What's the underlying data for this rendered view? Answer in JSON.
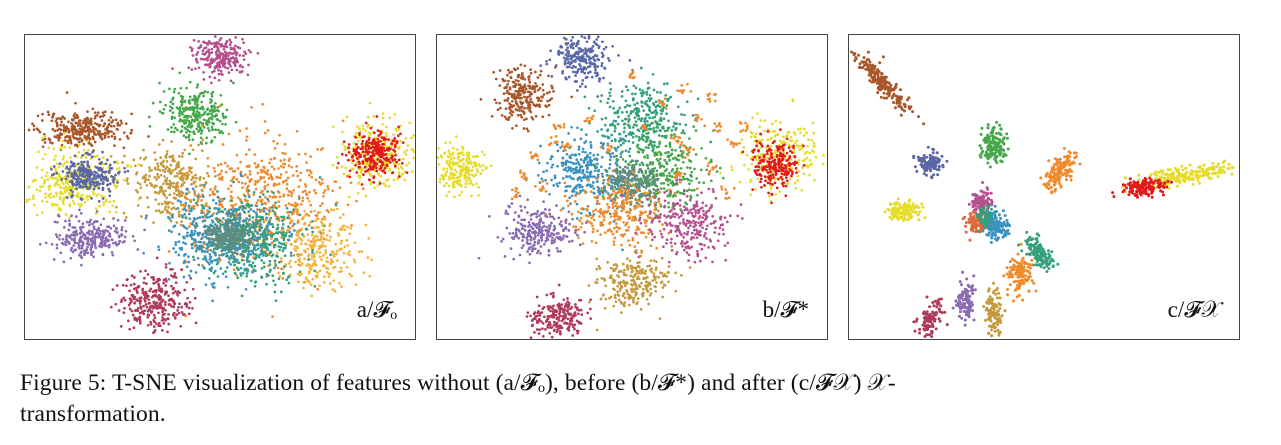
{
  "chart_data": [
    {
      "type": "scatter",
      "title": "",
      "panel_label": "a/𝓕ₒ",
      "xlim": [
        0,
        100
      ],
      "ylim": [
        0,
        100
      ],
      "grid": false,
      "clusters": [
        {
          "color": "#b5508f",
          "x": 50,
          "y": 7,
          "sx": 3.5,
          "sy": 3.5,
          "n": 240
        },
        {
          "color": "#46a84a",
          "x": 44,
          "y": 26,
          "sx": 4.2,
          "sy": 4.0,
          "n": 280
        },
        {
          "color": "#a8562a",
          "x": 14,
          "y": 31,
          "sx": 5.6,
          "sy": 3.0,
          "n": 300
        },
        {
          "color": "#e6dc2c",
          "x": 13,
          "y": 48,
          "sx": 6.2,
          "sy": 5.0,
          "n": 340
        },
        {
          "color": "#5a67a8",
          "x": 16,
          "y": 46,
          "sx": 3.5,
          "sy": 3.0,
          "n": 240
        },
        {
          "color": "#c49a3c",
          "x": 37,
          "y": 49,
          "sx": 4.5,
          "sy": 6.0,
          "n": 280
        },
        {
          "color": "#8a6ab0",
          "x": 17,
          "y": 67,
          "sx": 5.0,
          "sy": 3.5,
          "n": 260
        },
        {
          "color": "#f08a2c",
          "x": 60,
          "y": 55,
          "sx": 9.5,
          "sy": 10.5,
          "n": 520
        },
        {
          "color": "#3a92bf",
          "x": 51,
          "y": 66,
          "sx": 7.0,
          "sy": 6.5,
          "n": 460
        },
        {
          "color": "#35a079",
          "x": 59,
          "y": 68,
          "sx": 6.5,
          "sy": 7.0,
          "n": 360
        },
        {
          "color": "#5e8c80",
          "x": 52,
          "y": 66,
          "sx": 3.0,
          "sy": 2.8,
          "n": 260
        },
        {
          "color": "#f4b43c",
          "x": 76,
          "y": 71,
          "sx": 5.0,
          "sy": 6.0,
          "n": 240
        },
        {
          "color": "#b03a5a",
          "x": 33,
          "y": 88,
          "sx": 4.5,
          "sy": 5.0,
          "n": 300
        },
        {
          "color": "#e6dc2c",
          "x": 90,
          "y": 39,
          "sx": 4.6,
          "sy": 5.0,
          "n": 280
        },
        {
          "color": "#e31a1c",
          "x": 90,
          "y": 39,
          "sx": 3.2,
          "sy": 3.6,
          "n": 260
        }
      ]
    },
    {
      "type": "scatter",
      "title": "",
      "panel_label": "b/𝓕*",
      "xlim": [
        0,
        100
      ],
      "ylim": [
        0,
        100
      ],
      "grid": false,
      "clusters": [
        {
          "color": "#5a67a8",
          "x": 37,
          "y": 7,
          "sx": 3.5,
          "sy": 4.0,
          "n": 240
        },
        {
          "color": "#a8562a",
          "x": 22,
          "y": 20,
          "sx": 3.5,
          "sy": 4.5,
          "n": 240
        },
        {
          "color": "#e6dc2c",
          "x": 6,
          "y": 44,
          "sx": 3.2,
          "sy": 3.6,
          "n": 220
        },
        {
          "color": "#35a079",
          "x": 52,
          "y": 28,
          "sx": 5.5,
          "sy": 6.0,
          "n": 300
        },
        {
          "color": "#3a92bf",
          "x": 38,
          "y": 45,
          "sx": 5.0,
          "sy": 6.0,
          "n": 300
        },
        {
          "color": "#46a84a",
          "x": 57,
          "y": 45,
          "sx": 6.0,
          "sy": 6.0,
          "n": 300
        },
        {
          "color": "#5e8c80",
          "x": 50,
          "y": 49,
          "sx": 3.2,
          "sy": 3.5,
          "n": 240
        },
        {
          "color": "#f08a2c",
          "x": 47,
          "y": 58,
          "sx": 6.5,
          "sy": 5.5,
          "n": 260
        },
        {
          "color": "#b5508f",
          "x": 64,
          "y": 62,
          "sx": 5.0,
          "sy": 6.0,
          "n": 260
        },
        {
          "color": "#8a6ab0",
          "x": 26,
          "y": 65,
          "sx": 4.5,
          "sy": 4.0,
          "n": 240
        },
        {
          "color": "#c49a3c",
          "x": 50,
          "y": 81,
          "sx": 4.5,
          "sy": 4.5,
          "n": 240
        },
        {
          "color": "#b03a5a",
          "x": 31,
          "y": 93,
          "sx": 3.5,
          "sy": 3.5,
          "n": 220
        },
        {
          "color": "#e6dc2c",
          "x": 88,
          "y": 40,
          "sx": 5.2,
          "sy": 6.0,
          "n": 240
        },
        {
          "color": "#e31a1c",
          "x": 87,
          "y": 42,
          "sx": 3.0,
          "sy": 4.0,
          "n": 220
        }
      ],
      "satellites": {
        "color": "#f08a2c",
        "points": [
          [
            50,
            13
          ],
          [
            31,
            30
          ],
          [
            39,
            28
          ],
          [
            30,
            35
          ],
          [
            25,
            40
          ],
          [
            22,
            46
          ],
          [
            20,
            52
          ],
          [
            27,
            50
          ],
          [
            33,
            37
          ],
          [
            44,
            38
          ],
          [
            53,
            31
          ],
          [
            58,
            23
          ],
          [
            63,
            18
          ],
          [
            64,
            38
          ],
          [
            70,
            44
          ],
          [
            74,
            52
          ],
          [
            72,
            30
          ],
          [
            67,
            28
          ],
          [
            62,
            34
          ],
          [
            70,
            20
          ],
          [
            62,
            46
          ],
          [
            76,
            36
          ],
          [
            79,
            30
          ]
        ]
      }
    },
    {
      "type": "scatter",
      "title": "",
      "panel_label": "c/𝓕𝒳",
      "xlim": [
        0,
        100
      ],
      "ylim": [
        0,
        100
      ],
      "grid": false,
      "clusters": [
        {
          "color": "#a8562a",
          "x": 8,
          "y": 15,
          "sx": 1.2,
          "sy": 6.5,
          "rot": -35,
          "n": 200
        },
        {
          "color": "#5a67a8",
          "x": 21,
          "y": 42,
          "sx": 1.6,
          "sy": 1.8,
          "n": 120
        },
        {
          "color": "#46a84a",
          "x": 37,
          "y": 36,
          "sx": 1.5,
          "sy": 3.0,
          "n": 150
        },
        {
          "color": "#f08a2c",
          "x": 54,
          "y": 45,
          "sx": 1.6,
          "sy": 3.2,
          "rot": 25,
          "n": 140
        },
        {
          "color": "#e6dc2c",
          "x": 14,
          "y": 58,
          "sx": 2.2,
          "sy": 1.5,
          "n": 120
        },
        {
          "color": "#b5508f",
          "x": 34,
          "y": 55,
          "sx": 1.3,
          "sy": 2.2,
          "n": 100
        },
        {
          "color": "#e0683a",
          "x": 33,
          "y": 62,
          "sx": 1.6,
          "sy": 1.8,
          "n": 110
        },
        {
          "color": "#35a079",
          "x": 35,
          "y": 60,
          "sx": 1.2,
          "sy": 1.6,
          "n": 90
        },
        {
          "color": "#3a92bf",
          "x": 38,
          "y": 63,
          "sx": 1.5,
          "sy": 2.0,
          "n": 110
        },
        {
          "color": "#35a079",
          "x": 49,
          "y": 72,
          "sx": 1.4,
          "sy": 3.0,
          "rot": -30,
          "n": 130
        },
        {
          "color": "#f08a2c",
          "x": 44,
          "y": 79,
          "sx": 1.6,
          "sy": 3.0,
          "n": 130
        },
        {
          "color": "#8a6ab0",
          "x": 30,
          "y": 87,
          "sx": 1.1,
          "sy": 3.2,
          "n": 100
        },
        {
          "color": "#c49a3c",
          "x": 37,
          "y": 91,
          "sx": 1.1,
          "sy": 3.8,
          "n": 110
        },
        {
          "color": "#b03a5a",
          "x": 21,
          "y": 93,
          "sx": 1.3,
          "sy": 3.2,
          "rot": 15,
          "n": 100
        },
        {
          "color": "#e6dc2c",
          "x": 87,
          "y": 46,
          "sx": 7.5,
          "sy": 1.4,
          "rot": -12,
          "n": 220
        },
        {
          "color": "#e31a1c",
          "x": 76,
          "y": 50,
          "sx": 2.8,
          "sy": 1.4,
          "rot": -10,
          "n": 140
        }
      ]
    }
  ],
  "caption": {
    "line1": "Figure 5: T-SNE visualization of features without (a/𝓕ₒ), before (b/𝓕*) and after (c/𝓕𝒳) 𝒳-",
    "line2": "transformation."
  }
}
